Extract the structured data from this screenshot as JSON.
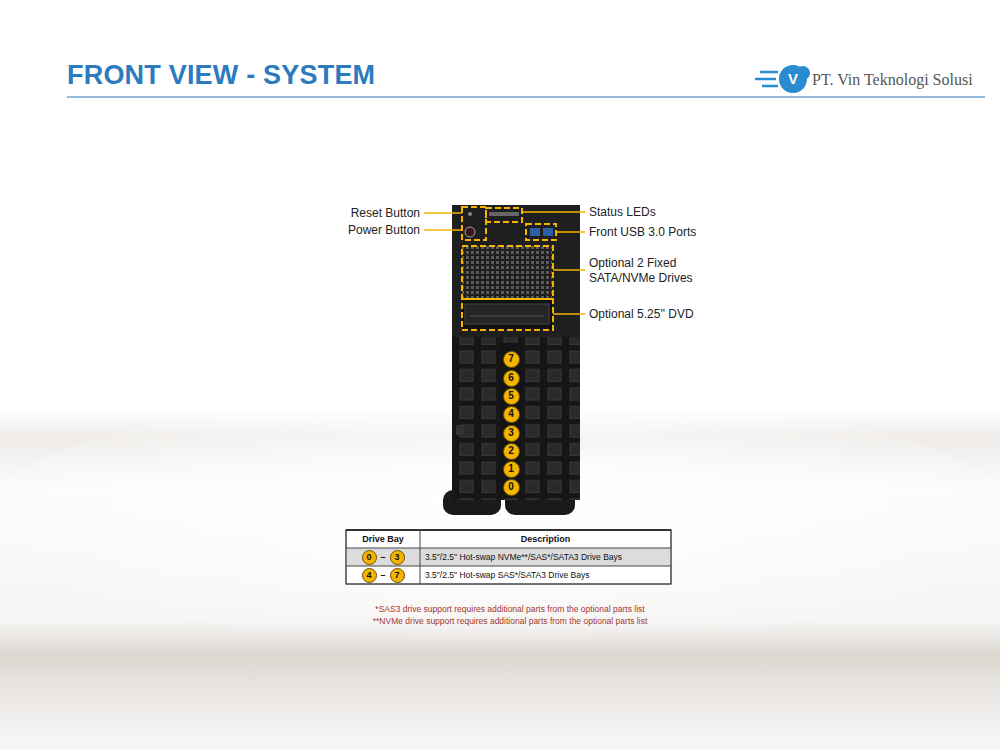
{
  "diagram": {
    "title": "FRONT VIEW - SYSTEM",
    "nodes": [
      {
        "text": [
          "7"
        ]
      },
      {
        "text": [
          "6"
        ]
      },
      {
        "text": [
          "5"
        ]
      },
      {
        "text": [
          "4"
        ]
      },
      {
        "text": [
          "3"
        ]
      },
      {
        "text": [
          "2"
        ]
      },
      {
        "text": [
          "1"
        ]
      },
      {
        "text": [
          "0"
        ]
      },
      {
        "text": [
          "0"
        ]
      },
      {
        "text": [
          "3"
        ]
      },
      {
        "text": [
          "4"
        ]
      },
      {
        "text": [
          "7"
        ]
      }
    ],
    "labels": [
      "V",
      "PT. Vin Teknologi Solusi",
      "Reset Button",
      "Power Button",
      "Status LEDs",
      "Front USB 3.0 Ports",
      "Optional 2 Fixed SATA/NVMe Drives",
      "Optional 5.25'' DVD",
      "Drive Bay",
      "Description",
      "–",
      "3.5\"/2.5\" Hot-swap NVMe**/SAS*/SATA3 Drive Bays",
      "–",
      "3.5\"/2.5\" Hot-swap SAS*/SATA3 Drive Bays",
      "*SAS3 drive support requires additional parts from the optional parts list",
      "**NVMe drive support requires additional parts from the optional parts list"
    ]
  }
}
